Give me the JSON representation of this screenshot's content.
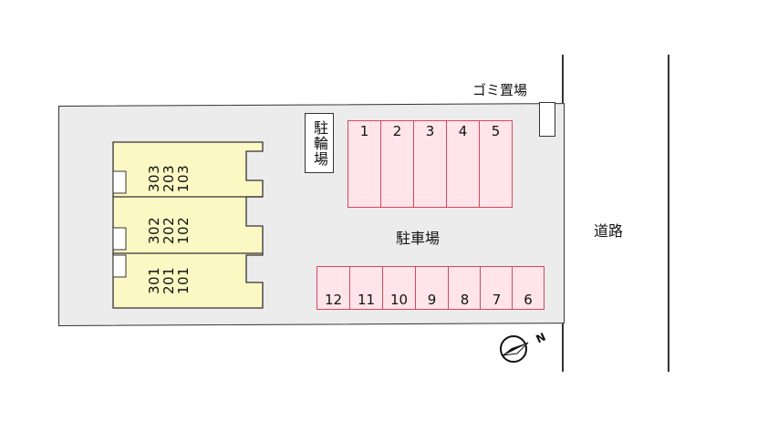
{
  "labels": {
    "garbage": "ゴミ置場",
    "bike_parking": "駐輪場",
    "parking": "駐車場",
    "road": "道路",
    "north": "N"
  },
  "units": [
    {
      "rooms": [
        "303",
        "203",
        "103"
      ]
    },
    {
      "rooms": [
        "302",
        "202",
        "102"
      ]
    },
    {
      "rooms": [
        "301",
        "201",
        "101"
      ]
    }
  ],
  "parking_top": [
    "1",
    "2",
    "3",
    "4",
    "5"
  ],
  "parking_bottom": [
    "12",
    "11",
    "10",
    "9",
    "8",
    "7",
    "6"
  ],
  "colors": {
    "building": "#fbf8c4",
    "parking_fill": "#ffe5ea",
    "parking_border": "#d8445e",
    "lot": "#ececec"
  }
}
